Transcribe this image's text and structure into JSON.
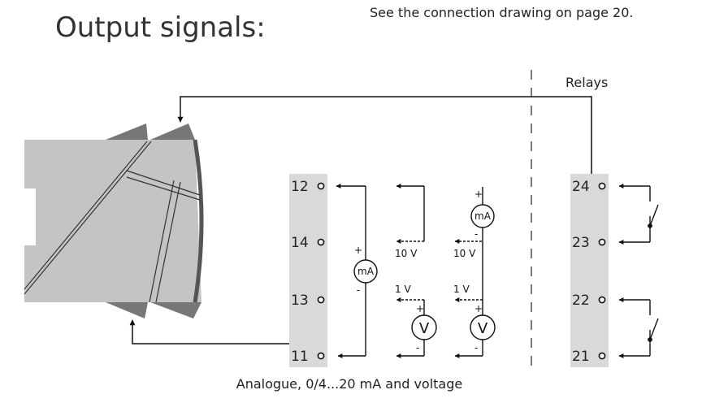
{
  "page": {
    "title": "Output signals:",
    "note": "See the connection drawing on page 20."
  },
  "colors": {
    "strip": "#d9d9d9",
    "device_body": "#c4c4c4",
    "device_dark": "#777777",
    "device_front": "#555555",
    "line": "#111111"
  },
  "analogue": {
    "caption": "Analogue, 0/4...20 mA and voltage",
    "terminals": [
      "12",
      "14",
      "13",
      "11"
    ]
  },
  "relays": {
    "label": "Relays",
    "terminals": [
      "24",
      "23",
      "22",
      "21"
    ]
  },
  "symbols": {
    "ammeter": "mA",
    "voltmeter": "V",
    "plus": "+",
    "minus": "-",
    "ten_volt": "10 V",
    "one_volt": "1 V"
  }
}
